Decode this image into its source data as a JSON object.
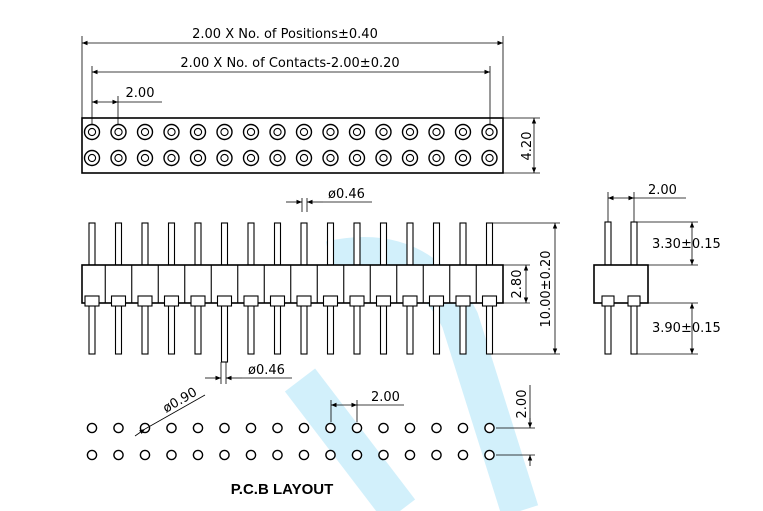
{
  "dimensions": {
    "overall_length": "2.00 X No. of Positions±0.40",
    "contact_span": "2.00 X No. of Contacts-2.00±0.20",
    "pitch_top": "2.00",
    "body_height": "4.20",
    "pin_dia": "ø0.46",
    "pin_dia_bottom": "ø0.46",
    "insulator_height": "2.80",
    "total_height": "10.00±0.20",
    "side_pitch": "2.00",
    "upper_pin": "3.30±0.15",
    "lower_pin": "3.90±0.15",
    "hole_dia": "ø0.90",
    "pcb_pitch_x": "2.00",
    "pcb_pitch_y": "2.00"
  },
  "pcb_caption": "P.C.B  LAYOUT",
  "counts": {
    "positions": 16,
    "rows": 2
  },
  "colors": {
    "ink": "#000000",
    "watermark": "#c7ecfa"
  }
}
